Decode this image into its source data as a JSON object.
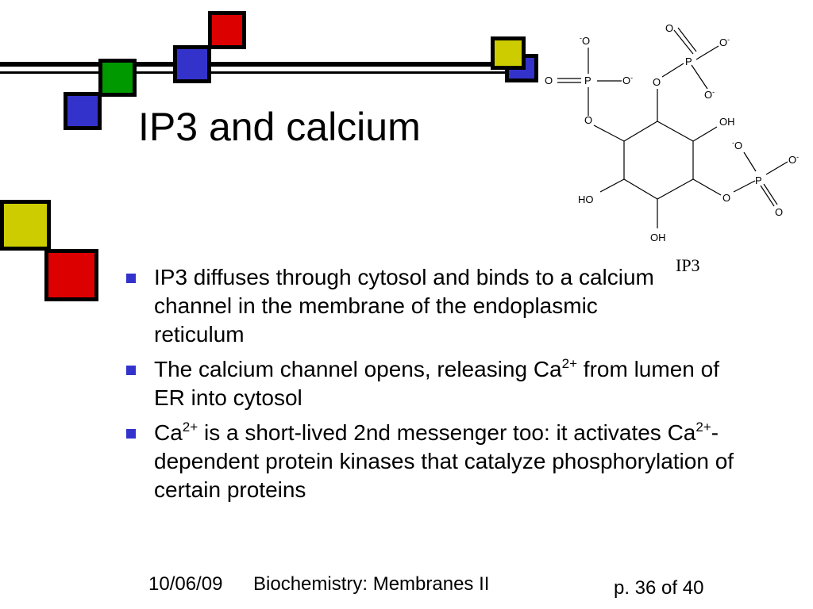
{
  "slide": {
    "title": "IP3 and calcium",
    "bullets": [
      {
        "parts": [
          "IP3 diffuses through cytosol and binds to a calcium channel in the membrane of the endoplasmic reticulum"
        ]
      },
      {
        "parts": [
          "The calcium channel opens, releasing Ca",
          "2+",
          " from lumen of ER into cytosol"
        ]
      },
      {
        "parts": [
          "Ca",
          "2+",
          " is a short-lived 2nd messenger too: it activates Ca",
          "2+",
          "-dependent protein kinases that catalyze phosphorylation of certain proteins"
        ]
      }
    ],
    "molecule": {
      "caption": "IP3",
      "atoms": {
        "o_minus": "O",
        "minus": "-",
        "o": "O",
        "p": "P",
        "oh": "OH",
        "ho": "HO"
      }
    }
  },
  "footer": {
    "date": "10/06/09",
    "title": "Biochemistry: Membranes II",
    "page": "p. 36 of 40"
  },
  "colors": {
    "red": "#dd0000",
    "green": "#009900",
    "blue": "#3333cc",
    "yellow": "#cccc00"
  }
}
